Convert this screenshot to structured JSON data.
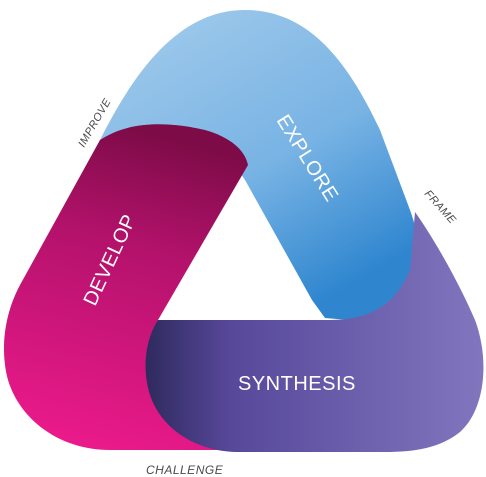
{
  "segments": {
    "explore": "EXPLORE",
    "develop": "DEVELOP",
    "synthesis": "SYNTHESIS"
  },
  "edge_labels": {
    "improve": "IMPROVE",
    "frame": "FRAME",
    "challenge": "CHALLENGE"
  },
  "colors": {
    "explore_light": "#9ec7ea",
    "explore_dark": "#2f86cf",
    "develop_light": "#e8208a",
    "develop_dark": "#8a0f52",
    "synthesis_dark": "#3b3470",
    "synthesis_light": "#7f73bd"
  }
}
